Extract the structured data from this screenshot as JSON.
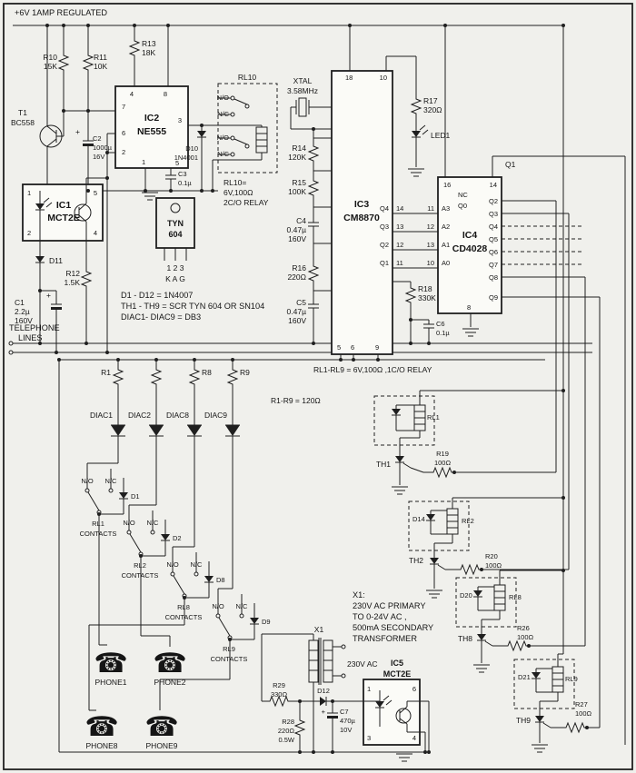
{
  "labels": {
    "power": "+6V 1AMP REGULATED",
    "plus": "+",
    "no": "N/O",
    "nc": "N/C",
    "contacts": "CONTACTS",
    "tel1": "TELEPHONE",
    "tel2": "LINES",
    "tyn_pins": "1  2  3",
    "kag": "K  A  G",
    "note_d": "D1 - D12 = 1N4007",
    "note_th": "TH1 - TH9 = SCR TYN 604 OR SN104",
    "note_diac": "DIAC1- DIAC9 = DB3",
    "note_rl": "RL1-RL9 = 6V,100Ω ,1C/O RELAY",
    "note_r": "R1-R9 = 120Ω",
    "rl10n1": "RL10=",
    "rl10n2": "6V,100Ω",
    "rl10n3": "2C/O RELAY",
    "x1n1": "X1:",
    "x1n2": "230V AC PRIMARY",
    "x1n3": "TO 0-24V AC ,",
    "x1n4": "500mA SECONDARY",
    "x1n5": "TRANSFORMER",
    "vac": "230V AC"
  },
  "components": {
    "r1": {
      "ref": "R1"
    },
    "r8": {
      "ref": "R8"
    },
    "r9": {
      "ref": "R9"
    },
    "r10": {
      "ref": "R10",
      "val": "15K"
    },
    "r11": {
      "ref": "R11",
      "val": "10K"
    },
    "r12": {
      "ref": "R12",
      "val": "1.5K"
    },
    "r13": {
      "ref": "R13",
      "val": "18K"
    },
    "r14": {
      "ref": "R14",
      "val": "120K"
    },
    "r15": {
      "ref": "R15",
      "val": "100K"
    },
    "r16": {
      "ref": "R16",
      "val": "220Ω"
    },
    "r17": {
      "ref": "R17",
      "val": "320Ω"
    },
    "r18": {
      "ref": "R18",
      "val": "330K"
    },
    "r19": {
      "ref": "R19",
      "val": "100Ω"
    },
    "r20": {
      "ref": "R20",
      "val": "100Ω"
    },
    "r26": {
      "ref": "R26",
      "val": "100Ω"
    },
    "r27": {
      "ref": "R27",
      "val": "100Ω"
    },
    "r28": {
      "ref": "R28",
      "val": "220Ω",
      "val2": "0.5W"
    },
    "r29": {
      "ref": "R29",
      "val": "330Ω"
    },
    "c1": {
      "ref": "C1",
      "val": "2.2µ",
      "val2": "160V"
    },
    "c2": {
      "ref": "C2",
      "val": "1000µ",
      "val2": "16V"
    },
    "c3": {
      "ref": "C3",
      "val": "0.1µ"
    },
    "c4": {
      "ref": "C4",
      "val": "0.47µ",
      "val2": "160V"
    },
    "c5": {
      "ref": "C5",
      "val": "0.47µ",
      "val2": "160V"
    },
    "c6": {
      "ref": "C6",
      "val": "0.1µ"
    },
    "c7": {
      "ref": "C7",
      "val": "470µ",
      "val2": "10V"
    },
    "d1": {
      "ref": "D1"
    },
    "d2": {
      "ref": "D2"
    },
    "d8": {
      "ref": "D8"
    },
    "d9": {
      "ref": "D9"
    },
    "d10": {
      "ref": "D10",
      "val": "1N4001"
    },
    "d11": {
      "ref": "D11"
    },
    "d12": {
      "ref": "D12"
    },
    "d14": {
      "ref": "D14"
    },
    "d20": {
      "ref": "D20"
    },
    "d21": {
      "ref": "D21"
    },
    "led1": {
      "ref": "LED1"
    },
    "t1": {
      "ref": "T1",
      "val": "BC558"
    },
    "xtal": {
      "ref": "XTAL",
      "val": "3.58MHz"
    },
    "x1": {
      "ref": "X1"
    },
    "tyn": {
      "ref": "TYN",
      "val": "604"
    },
    "diac1": {
      "ref": "DIAC1"
    },
    "diac2": {
      "ref": "DIAC2"
    },
    "diac8": {
      "ref": "DIAC8"
    },
    "diac9": {
      "ref": "DIAC9"
    },
    "rl1": {
      "ref": "RL1"
    },
    "rl2": {
      "ref": "RL2"
    },
    "rl8": {
      "ref": "RL8"
    },
    "rl9": {
      "ref": "RL9"
    },
    "rl10": {
      "ref": "RL10"
    },
    "th1": {
      "ref": "TH1"
    },
    "th2": {
      "ref": "TH2"
    },
    "th8": {
      "ref": "TH8"
    },
    "th9": {
      "ref": "TH9"
    }
  },
  "ics": {
    "ic1": {
      "ref": "IC1",
      "part": "MCT2E",
      "pins": [
        "1",
        "2",
        "5",
        "4"
      ]
    },
    "ic2": {
      "ref": "IC2",
      "part": "NE555",
      "pins": [
        "4",
        "8",
        "7",
        "6",
        "2",
        "3",
        "1",
        "5"
      ]
    },
    "ic3": {
      "ref": "IC3",
      "part": "CM8870",
      "pins": [
        "18",
        "10",
        "5",
        "6",
        "9",
        "14",
        "13",
        "12",
        "11"
      ],
      "outputs": [
        "Q4",
        "Q3",
        "Q2",
        "Q1"
      ]
    },
    "ic4": {
      "ref": "IC4",
      "part": "CD4028",
      "pins": [
        "16",
        "14",
        "11",
        "12",
        "13",
        "10",
        "8"
      ],
      "inputs": [
        "A3",
        "A2",
        "A1",
        "A0"
      ],
      "outputs": [
        "Q2",
        "Q3",
        "Q4",
        "Q5",
        "Q6",
        "Q7",
        "Q8",
        "Q9"
      ],
      "nc": "NC",
      "q0": "Q0",
      "q1": "Q1"
    },
    "ic5": {
      "ref": "IC5",
      "part": "MCT2E",
      "pins": [
        "1",
        "3",
        "6",
        "4"
      ]
    }
  },
  "phones": {
    "p1": "PHONE1",
    "p2": "PHONE2",
    "p8": "PHONE8",
    "p9": "PHONE9"
  },
  "icons": {
    "phone": "☎"
  }
}
